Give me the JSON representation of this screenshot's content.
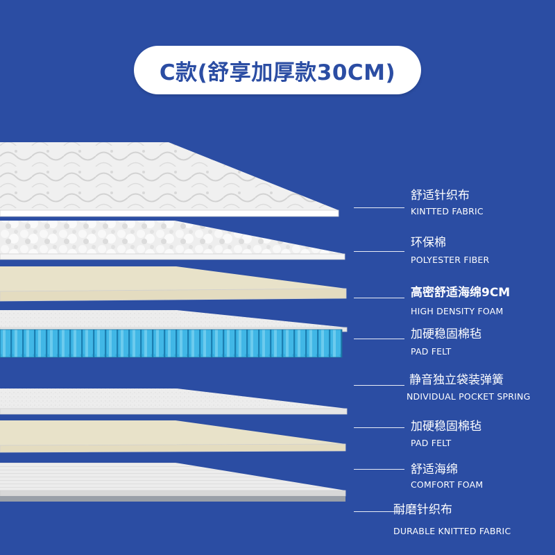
{
  "title": "C款(舒享加厚款30CM)",
  "colors": {
    "background": "#2b4da3",
    "title_text": "#2b4da3",
    "label_text": "#ffffff",
    "spring_blue": "#2ea6d9",
    "foam_beige": "#e8e2c9",
    "fabric_white": "#f1f1f1"
  },
  "layers": [
    {
      "name_cn": "舒适针织布",
      "name_en": "KINTTED FABRIC",
      "material": "quilted-fabric"
    },
    {
      "name_cn": "环保棉",
      "name_en": "POLYESTER FIBER",
      "material": "cotton-fiber"
    },
    {
      "name_cn": "高密舒适海绵9CM",
      "name_en": "HIGH DENSITY FOAM",
      "material": "beige-foam",
      "emphasis": true
    },
    {
      "name_cn": "加硬稳固棉毡",
      "name_en": "PAD FELT",
      "material": "felt"
    },
    {
      "name_cn": "静音独立袋装弹簧",
      "name_en": "NDIVIDUAL POCKET SPRING",
      "material": "pocket-spring"
    },
    {
      "name_cn": "加硬稳固棉毡",
      "name_en": "PAD FELT",
      "material": "felt"
    },
    {
      "name_cn": "舒适海绵",
      "name_en": "COMFORT FOAM",
      "material": "beige-foam"
    },
    {
      "name_cn": "耐磨针织布",
      "name_en": "DURABLE KNITTED FABRIC",
      "material": "knitted-fabric"
    }
  ]
}
